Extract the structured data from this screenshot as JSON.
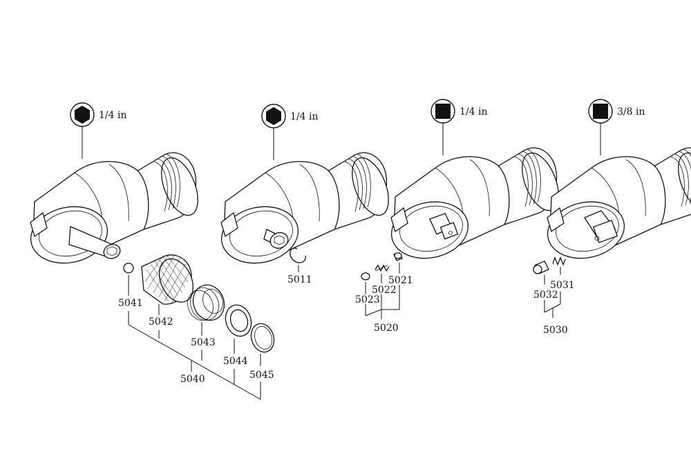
{
  "drive_headers": [
    {
      "icon": "hexagon-icon",
      "size": "1/4 in"
    },
    {
      "icon": "hexagon-icon",
      "size": "1/4 in"
    },
    {
      "icon": "square-icon",
      "size": "1/4 in"
    },
    {
      "icon": "square-icon",
      "size": "3/8 in"
    }
  ],
  "part_numbers": {
    "p5011": "5011",
    "p5020": "5020",
    "p5021": "5021",
    "p5022": "5022",
    "p5023": "5023",
    "p5030": "5030",
    "p5031": "5031",
    "p5032": "5032",
    "p5040": "5040",
    "p5041": "5041",
    "p5042": "5042",
    "p5043": "5043",
    "p5044": "5044",
    "p5045": "5045"
  }
}
